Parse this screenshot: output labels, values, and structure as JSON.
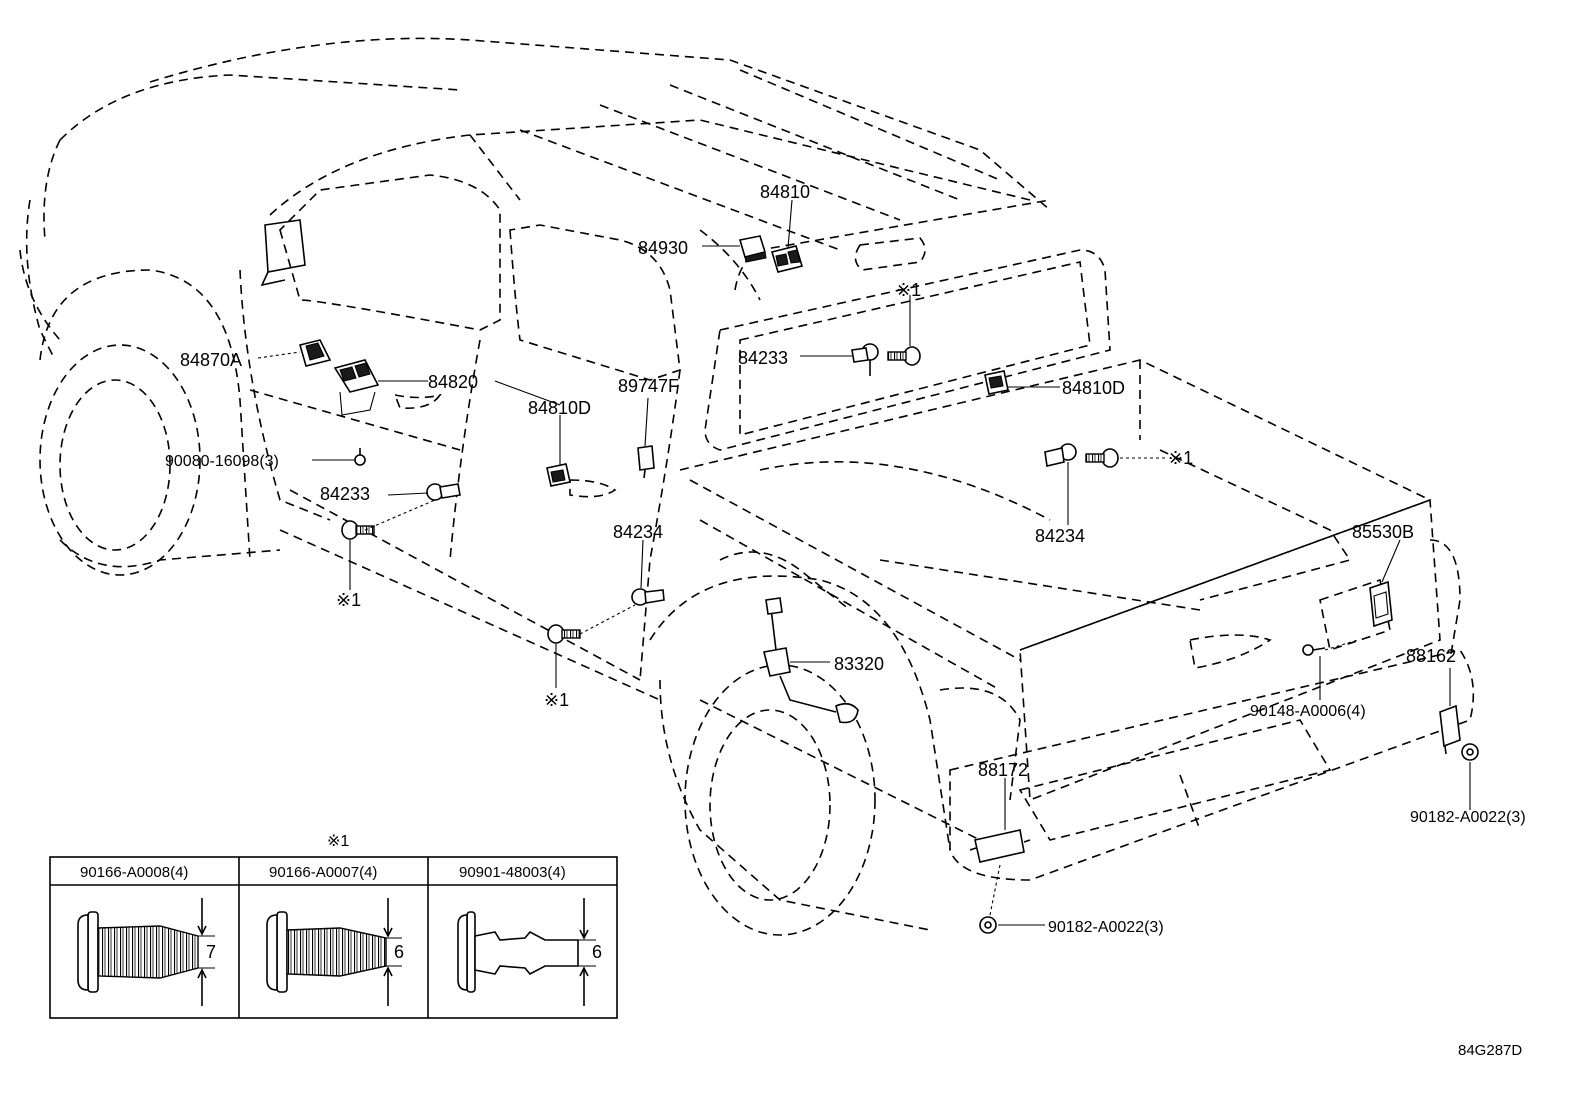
{
  "diagram_code": "84G287D",
  "note_mark": "※1",
  "callouts": [
    {
      "id": "84810",
      "text": "84810"
    },
    {
      "id": "84930",
      "text": "84930"
    },
    {
      "id": "84870A",
      "text": "84870A"
    },
    {
      "id": "84820",
      "text": "84820"
    },
    {
      "id": "84810D_left",
      "text": "84810D"
    },
    {
      "id": "89747F",
      "text": "89747F"
    },
    {
      "id": "84233_rear",
      "text": "84233"
    },
    {
      "id": "84810D_right",
      "text": "84810D"
    },
    {
      "id": "90080",
      "text": "90080-16098(3)"
    },
    {
      "id": "84233_front",
      "text": "84233"
    },
    {
      "id": "84234_left",
      "text": "84234"
    },
    {
      "id": "84234_right",
      "text": "84234"
    },
    {
      "id": "85530B",
      "text": "85530B"
    },
    {
      "id": "83320",
      "text": "83320"
    },
    {
      "id": "88162",
      "text": "88162"
    },
    {
      "id": "90148",
      "text": "90148-A0006(4)"
    },
    {
      "id": "88172",
      "text": "88172"
    },
    {
      "id": "90182_right",
      "text": "90182-A0022(3)"
    },
    {
      "id": "90182_bottom",
      "text": "90182-A0022(3)"
    }
  ],
  "fastener_table": {
    "title": "※1",
    "columns": [
      {
        "part": "90166-A0008(4)",
        "dimension": "7"
      },
      {
        "part": "90166-A0007(4)",
        "dimension": "6"
      },
      {
        "part": "90901-48003(4)",
        "dimension": "6"
      }
    ]
  }
}
